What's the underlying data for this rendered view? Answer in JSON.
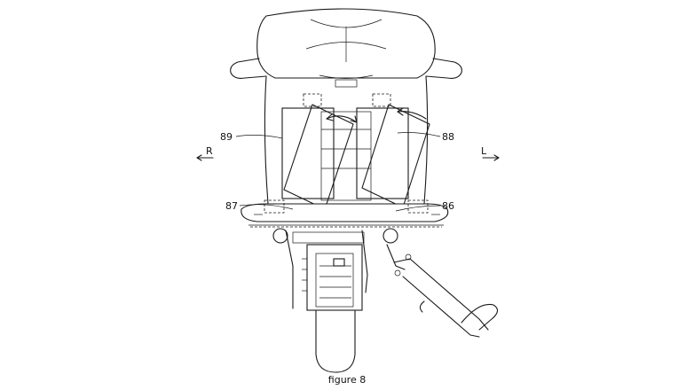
{
  "figure": {
    "caption": "figure 8",
    "direction_left": "R",
    "direction_right": "L",
    "ref_89": "89",
    "ref_88": "88",
    "ref_87": "87",
    "ref_86": "86"
  }
}
